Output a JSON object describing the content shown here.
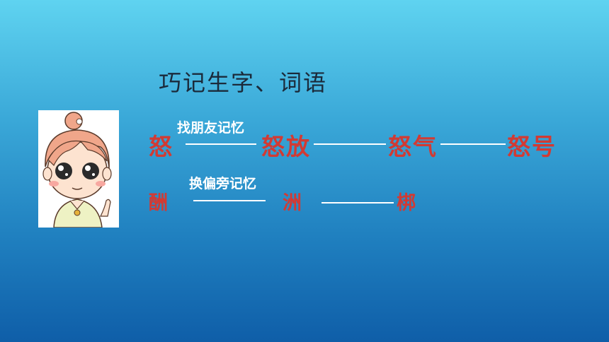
{
  "title": "巧记生字、词语",
  "row1": {
    "hint": "找朋友记忆",
    "head": "怒",
    "words": [
      "怒放",
      "怒气",
      "怒号"
    ]
  },
  "row2": {
    "hint": "换偏旁记忆",
    "head": "酬",
    "words": [
      "洲",
      "梆"
    ]
  },
  "colors": {
    "accent": "#d23a33",
    "title": "#1b2a3a",
    "bg_top": "#5fd3f0",
    "bg_bottom": "#0f5ea8"
  },
  "icons": [
    "cartoon-girl-avatar"
  ]
}
